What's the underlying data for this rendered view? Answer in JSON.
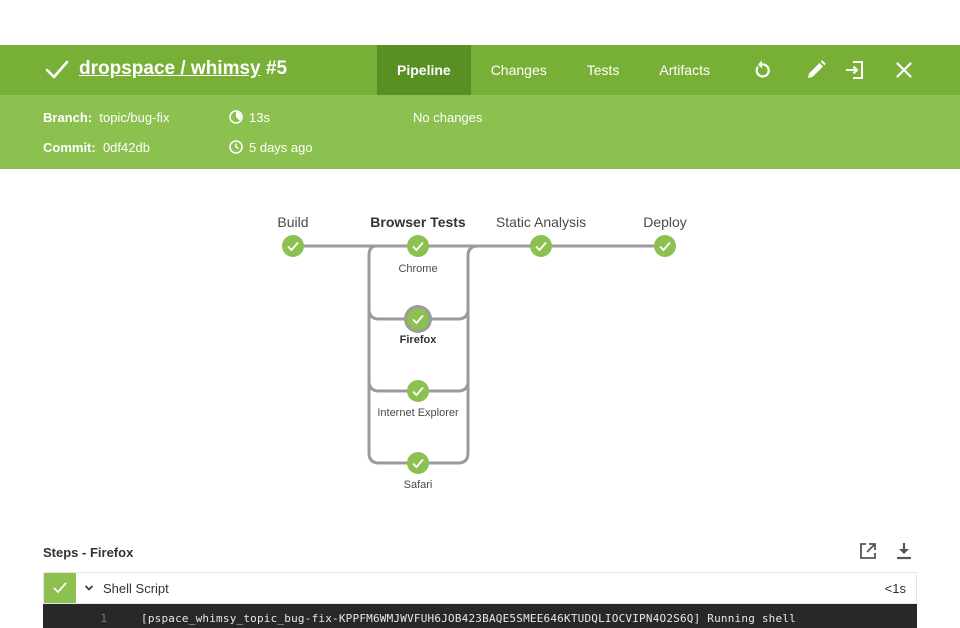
{
  "header": {
    "title_link": "dropspace / whimsy",
    "run_number": "#5",
    "tabs": [
      {
        "label": "Pipeline",
        "active": true
      },
      {
        "label": "Changes",
        "active": false
      },
      {
        "label": "Tests",
        "active": false
      },
      {
        "label": "Artifacts",
        "active": false
      }
    ],
    "actions": [
      "replay-icon",
      "edit-icon",
      "open-classic-icon",
      "close-icon"
    ]
  },
  "summary": {
    "branch_label": "Branch:",
    "branch_value": "topic/bug-fix",
    "commit_label": "Commit:",
    "commit_value": "0df42db",
    "duration": "13s",
    "started": "5 days ago",
    "changes": "No changes"
  },
  "pipeline": {
    "stages": [
      {
        "name": "Build",
        "status": "success"
      },
      {
        "name": "Browser Tests",
        "status": "success",
        "selected": true
      },
      {
        "name": "Static Analysis",
        "status": "success"
      },
      {
        "name": "Deploy",
        "status": "success"
      }
    ],
    "parallel_branches": [
      {
        "name": "Chrome",
        "status": "success"
      },
      {
        "name": "Firefox",
        "status": "success",
        "selected": true
      },
      {
        "name": "Internet Explorer",
        "status": "success"
      },
      {
        "name": "Safari",
        "status": "success"
      }
    ]
  },
  "steps": {
    "title": "Steps - Firefox",
    "items": [
      {
        "name": "Shell Script",
        "duration": "<1s",
        "status": "success",
        "expanded": true
      }
    ],
    "log": [
      {
        "line": "1",
        "text": "[pspace_whimsy_topic_bug-fix-KPPFM6WMJWVFUH6JOB423BAQE5SMEE646KTUDQLIOCVIPN4O2S6Q] Running shell"
      }
    ]
  },
  "colors": {
    "header_green": "#78b037",
    "subheader_green": "#8cc04f",
    "active_tab": "#5a8f24",
    "node_green": "#8cc04f",
    "connector_gray": "#9b9b9b",
    "console_bg": "#282828"
  }
}
